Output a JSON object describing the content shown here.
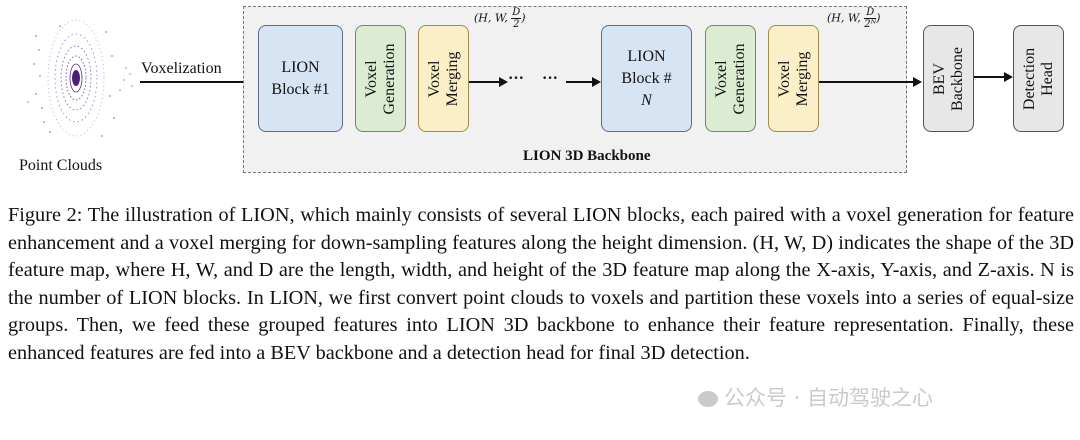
{
  "figure": {
    "point_clouds_label": "Point Clouds",
    "voxelization_label": "Voxelization",
    "backbone_label": "LION 3D Backbone",
    "lion_block_1": {
      "line1": "LION",
      "line2": "Block #1"
    },
    "lion_block_n": {
      "line1": "LION",
      "line2": "Block #",
      "line2_var": "N"
    },
    "voxel_generation": {
      "line1": "Voxel",
      "line2": "Generation"
    },
    "voxel_merging": {
      "line1": "Voxel",
      "line2": "Merging"
    },
    "ellipsis": "···",
    "dim_after_first": {
      "prefix": "(H, W, ",
      "num": "D",
      "den": "2",
      "suffix": ")"
    },
    "dim_after_last": {
      "prefix": "(H, W, ",
      "num": "D",
      "den": "2ᴺ",
      "suffix": ")"
    },
    "bev_backbone": {
      "line1": "BEV",
      "line2": "Backbone"
    },
    "detection_head": {
      "line1": "Detection",
      "line2": "Head"
    },
    "colors": {
      "lion": "#d7e4f3",
      "generation": "#dcecd2",
      "merging": "#faefc6",
      "gray": "#e7e7e7"
    }
  },
  "caption": {
    "text": "Figure 2: The illustration of LION, which mainly consists of several LION blocks, each paired with a voxel generation for feature enhancement and a voxel merging for down-sampling features along the height dimension. (H, W, D) indicates the shape of the 3D feature map, where H, W, and D are the length, width, and height of the 3D feature map along the X-axis, Y-axis, and Z-axis. N is the number of LION blocks. In LION, we first convert point clouds to voxels and partition these voxels into a series of equal-size groups. Then, we feed these grouped features into LION 3D backbone to enhance their feature representation. Finally, these enhanced features are fed into a BEV backbone and a detection head for final 3D detection."
  },
  "watermark": "公众号 · 自动驾驶之心"
}
